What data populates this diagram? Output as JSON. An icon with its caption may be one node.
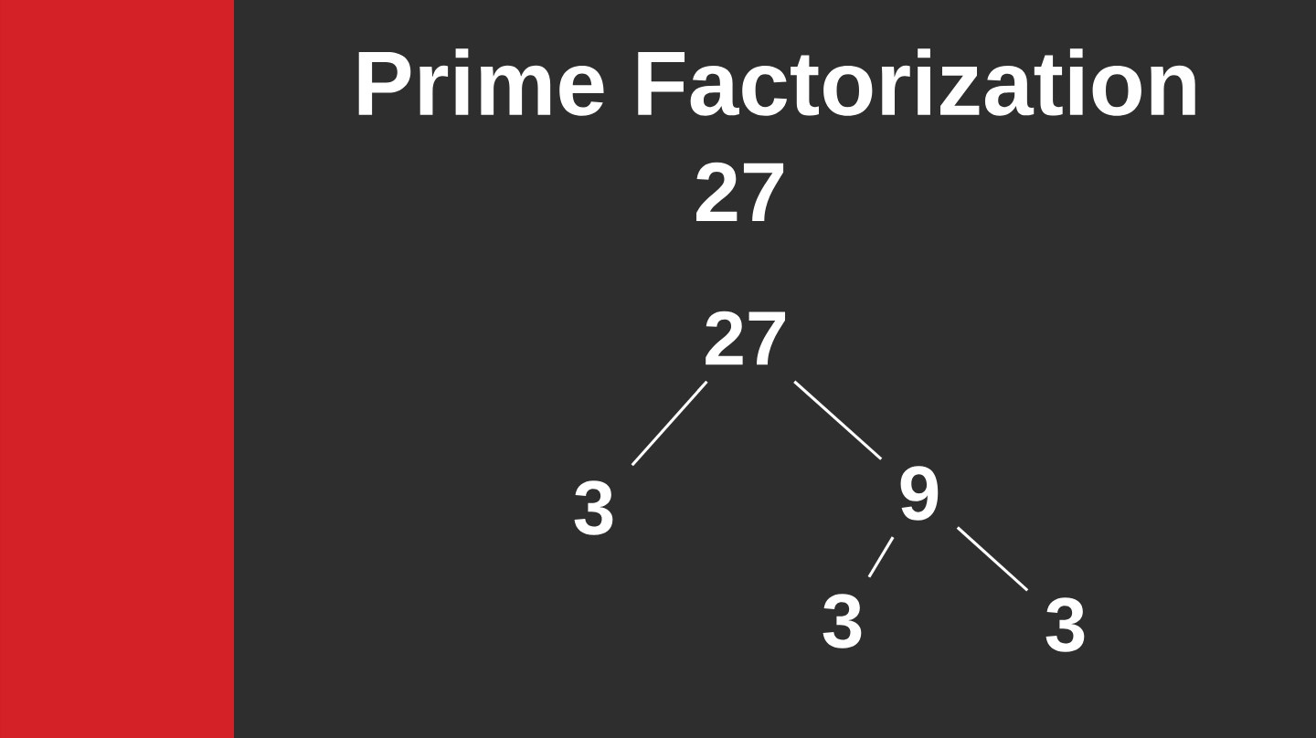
{
  "diagram": {
    "title": "Prime Factorization",
    "nodes": [
      {
        "text": [
          "27"
        ]
      },
      {
        "text": [
          "3"
        ]
      },
      {
        "text": [
          "9"
        ]
      },
      {
        "text": [
          "3"
        ]
      },
      {
        "text": [
          "3"
        ]
      }
    ],
    "edges": [
      {
        "from": 0,
        "to": 1,
        "arrow": "none"
      },
      {
        "from": 0,
        "to": 2,
        "arrow": "none"
      },
      {
        "from": 2,
        "to": 3,
        "arrow": "none"
      },
      {
        "from": 2,
        "to": 4,
        "arrow": "none"
      }
    ],
    "labels": [
      "27"
    ]
  }
}
